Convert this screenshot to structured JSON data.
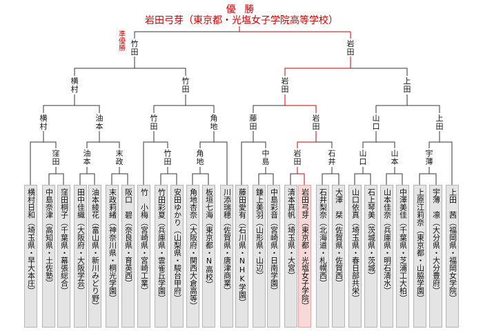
{
  "header": {
    "title": "優 勝",
    "champion": "岩田弓芽（東京都・光塩女子学院高等学校）",
    "runner_up_tag": "準優勝"
  },
  "colors": {
    "winner": "#cc0000",
    "line": "#333333",
    "card": "#e4e4e4",
    "card_winner": "#f8d9d9"
  },
  "bracket": {
    "semis": {
      "left": "竹田",
      "right": "岩田"
    },
    "quarters": [
      "横村",
      "竹田",
      "岩田",
      "上田"
    ],
    "round4": [
      "横村",
      "油本",
      "竹田",
      "角地",
      "藤田",
      "岩田",
      "山口",
      "上田"
    ],
    "round3": [
      "窪田",
      "油本",
      "末政",
      "竹田",
      "角地",
      "中島",
      "岩田",
      "石井",
      "山口",
      "山本",
      "宇薄"
    ]
  },
  "entrants": [
    {
      "name": "横村日和",
      "school": "（埼玉県・早大本庄）"
    },
    {
      "name": "中島奈津",
      "school": "（高知県・土佐塾）"
    },
    {
      "name": "窪田桐子",
      "school": "（千葉県・幕張総合）"
    },
    {
      "name": "田中佳織",
      "school": "（大阪府・大阪学芸）"
    },
    {
      "name": "油本綾花",
      "school": "（富山県・新川みどり野）"
    },
    {
      "name": "末政莉緒",
      "school": "（神奈川県・桐光学園）"
    },
    {
      "name": "阪口　碧",
      "school": "（奈良県・育英西）"
    },
    {
      "name": "竹　小梅",
      "school": "（宮崎県・宮崎工業）"
    },
    {
      "name": "竹田彩夏",
      "school": "（兵庫県・雲雀丘学園）"
    },
    {
      "name": "安田ゆかり",
      "school": "（山梨県・駿台甲府）"
    },
    {
      "name": "角地杏奈",
      "school": "（大阪府・関西大倉高等）"
    },
    {
      "name": "板垣七海",
      "school": "（東京都・N高校）"
    },
    {
      "name": "川添瑞穂",
      "school": "（佐賀県・唐津商業）"
    },
    {
      "name": "藤田愛有",
      "school": "（石川県・NHK学園）"
    },
    {
      "name": "鎌上美羽",
      "school": "（山形県・山辺）"
    },
    {
      "name": "中島彩音",
      "school": "（宮崎県・日南学園）"
    },
    {
      "name": "清本真帆",
      "school": "（埼玉県・大宮）"
    },
    {
      "name": "岩田弓芽",
      "school": "（東京都・光塩女子学院）"
    },
    {
      "name": "石井梨奈",
      "school": "（北海道・札幌西）"
    },
    {
      "name": "大澤　栞",
      "school": "（佐賀県・佐賀西）"
    },
    {
      "name": "山口依真",
      "school": "（埼玉県・春日部共栄）"
    },
    {
      "name": "石上琴美",
      "school": "（茨城県・茨城）"
    },
    {
      "name": "山本佳奈",
      "school": "（兵庫県・明石清水）"
    },
    {
      "name": "中澤美佳",
      "school": "（千葉県・芝浦工大柏）"
    },
    {
      "name": "上原江莉奈",
      "school": "（東京都・山脇学園）"
    },
    {
      "name": "宇薄　凛",
      "school": "（大分県・大分豊府）"
    },
    {
      "name": "上田　茜",
      "school": "（福岡県・福岡女学院）"
    }
  ]
}
